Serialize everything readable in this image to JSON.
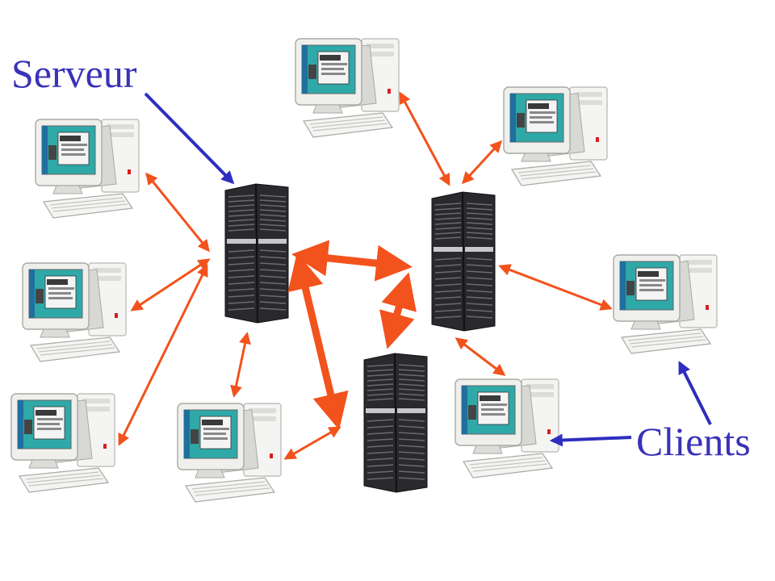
{
  "labels": {
    "server": "Serveur",
    "clients": "Clients"
  },
  "colors": {
    "label_text": "#3a32b8",
    "pointer_arrow": "#2e2ec0",
    "link_arrow": "#f2521c",
    "monitor_case": "#ececea",
    "screen_bg": "#2fa8a8",
    "server_body": "#2a2a2e"
  },
  "icons": {
    "server": "server-tower-icon",
    "client": "desktop-computer-icon"
  },
  "nodes": {
    "servers": [
      "server-1",
      "server-2",
      "server-3"
    ],
    "clients": [
      "client-1",
      "client-2",
      "client-3",
      "client-4",
      "client-5",
      "client-6",
      "client-7",
      "client-8"
    ]
  }
}
